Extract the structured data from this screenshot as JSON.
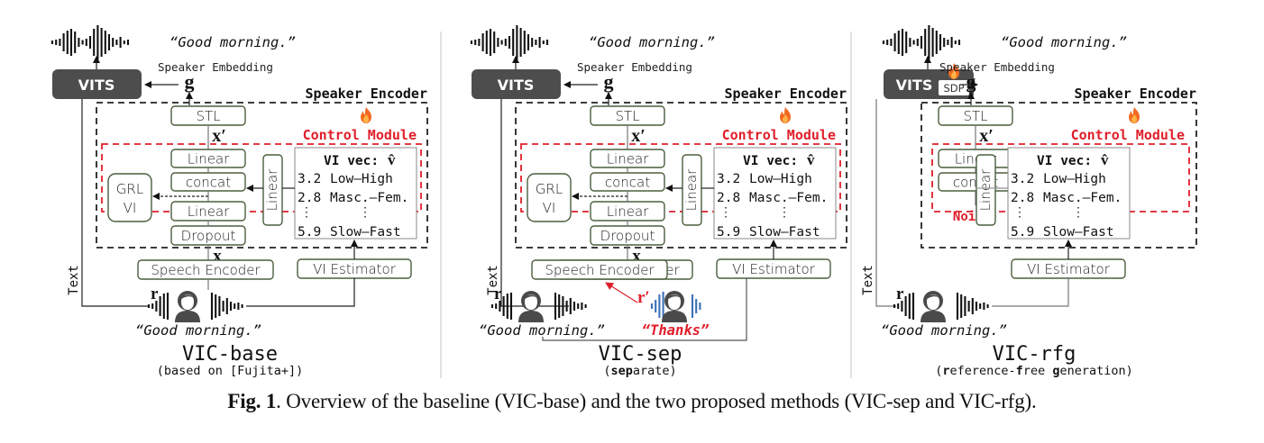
{
  "figure": {
    "caption_label": "Fig. 1",
    "caption_text": ". Overview of the baseline (VIC-base) and the two proposed methods (VIC-sep and VIC-rfg)."
  },
  "common": {
    "output_utterance": "“Good morning.”",
    "input_utterance": "“Good morning.”",
    "speaker_embedding_label": "Speaker Embedding",
    "g_symbol": "g",
    "x_prime_symbol": "x′",
    "x_symbol": "x",
    "r_symbol": "r",
    "text_label": "Text",
    "vits_label": "VITS",
    "speaker_encoder_label": "Speaker Encoder",
    "control_module_label": "Control Module",
    "stl_label": "STL",
    "linear_label": "Linear",
    "concat_label": "concat",
    "dropout_label": "Dropout",
    "grl_label_1": "GRL",
    "grl_label_2": "VI",
    "speech_encoder_label": "Speech Encoder",
    "vi_estimator_label": "VI Estimator",
    "vi_vec_title": "VI vec:",
    "vi_vec_symbol": "v̂",
    "vi_vec_rows": [
      {
        "value": "3.2",
        "axis": "Low–High"
      },
      {
        "value": "2.8",
        "axis": "Masc.–Fem."
      },
      {
        "value": "⋮",
        "axis": "⋮"
      },
      {
        "value": "5.9",
        "axis": "Slow–Fast"
      }
    ],
    "fire_icon": "fire-icon"
  },
  "panels": [
    {
      "id": "base",
      "title": "VIC-base",
      "subtitle": "(based on [Fujita+])"
    },
    {
      "id": "sep",
      "title": "VIC-sep",
      "subtitle_pre": "(",
      "subtitle_bold": "sep",
      "subtitle_post": "arate)",
      "r_prime_symbol": "r′",
      "ref_utterance": "“Thanks”"
    },
    {
      "id": "rfg",
      "title": "VIC-rfg",
      "subtitle_parts": [
        "(",
        "r",
        "eference-",
        "f",
        "ree ",
        "g",
        "eneration)"
      ],
      "noise_label": "Noise",
      "sdp_label": "SDP"
    }
  ],
  "colors": {
    "box_border": "#4a5e3e",
    "vits_fill": "#4d4d4d",
    "control_red": "#e01e2a",
    "dashed_black": "#222222",
    "ref_blue": "#3b6fb6",
    "gray_arrow": "#999999"
  }
}
